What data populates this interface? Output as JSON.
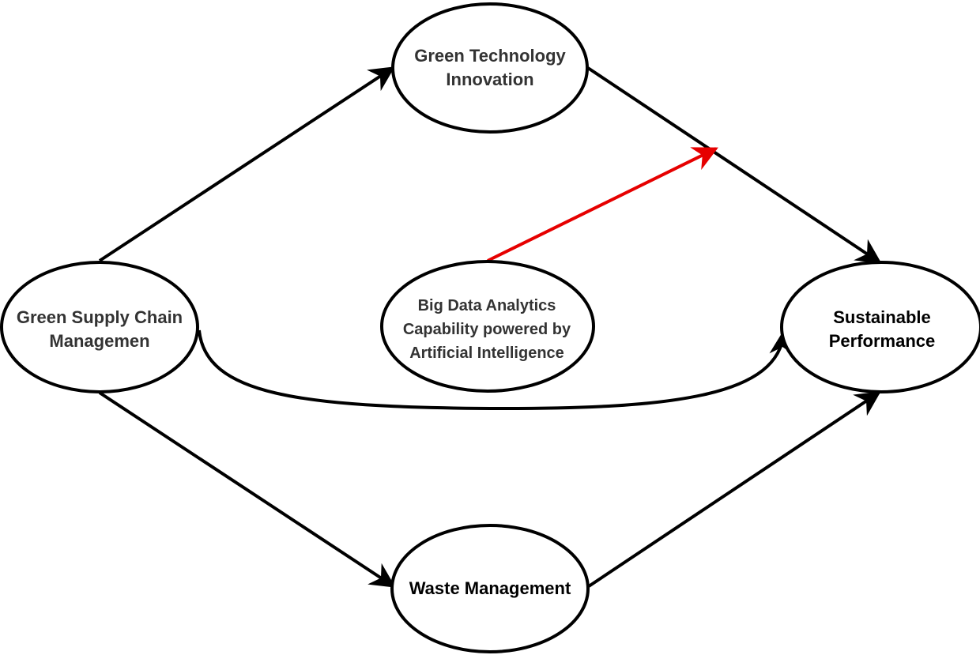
{
  "nodes": {
    "green_supply_chain": {
      "lines": [
        "Green Supply Chain",
        "Managemen"
      ]
    },
    "green_technology": {
      "lines": [
        "Green Technology",
        "Innovation"
      ]
    },
    "big_data": {
      "lines": [
        "Big Data Analytics",
        "Capability powered by",
        "Artificial Intelligence"
      ]
    },
    "sustainable_performance": {
      "lines": [
        "Sustainable",
        "Performance"
      ]
    },
    "waste_management": {
      "lines": [
        "Waste Management"
      ]
    }
  },
  "edges": [
    {
      "from": "green_supply_chain",
      "to": "green_technology"
    },
    {
      "from": "green_technology",
      "to": "sustainable_performance"
    },
    {
      "from": "green_supply_chain",
      "to": "sustainable_performance"
    },
    {
      "from": "green_supply_chain",
      "to": "waste_management"
    },
    {
      "from": "waste_management",
      "to": "sustainable_performance"
    },
    {
      "from": "big_data",
      "to": "green_technology->sustainable_performance",
      "type": "moderation"
    }
  ],
  "colors": {
    "stroke": "#000000",
    "moderation_arrow": "#e60000",
    "label_text": "#333333"
  }
}
